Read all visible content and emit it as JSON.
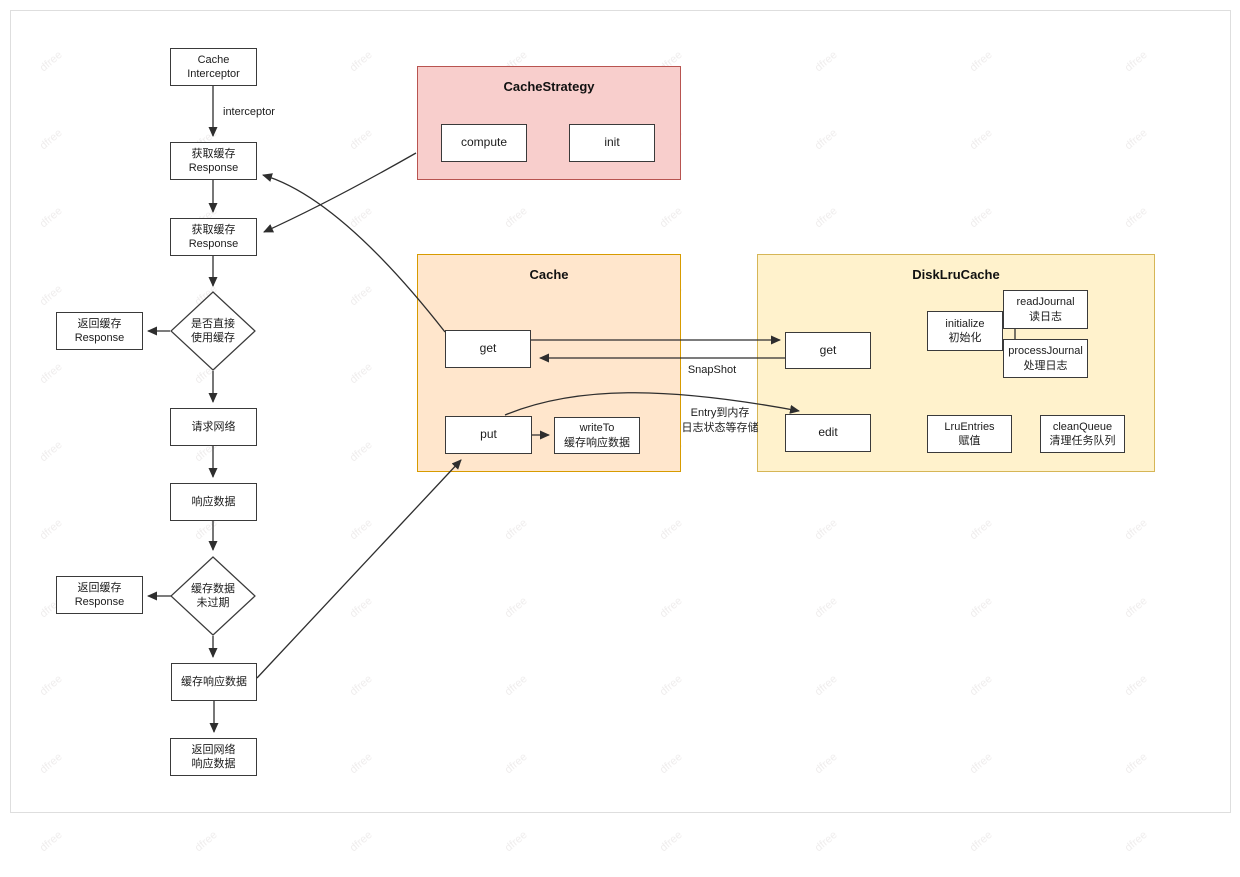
{
  "watermark": "dfree",
  "edge_labels": {
    "interceptor": "interceptor",
    "snapshot": "SnapShot",
    "entry_to_memory": "Entry到内存\n日志状态等存储"
  },
  "flow_nodes": {
    "cache_interceptor": "Cache\nInterceptor",
    "fetch_cache_response_1": "获取缓存\nResponse",
    "fetch_cache_response_2": "获取缓存\nResponse",
    "decision_direct_use": "是否直接\n使用缓存",
    "return_cache_response_1": "返回缓存\nResponse",
    "request_network": "请求网络",
    "response_data": "响应数据",
    "decision_not_expired": "缓存数据\n未过期",
    "return_cache_response_2": "返回缓存\nResponse",
    "cache_response_data": "缓存响应数据",
    "return_network_response_data": "返回网络\n响应数据"
  },
  "cache_strategy": {
    "title": "CacheStrategy",
    "fill": "#f8cecc",
    "border": "#b85450",
    "methods": {
      "compute": "compute",
      "init": "init"
    }
  },
  "cache": {
    "title": "Cache",
    "fill": "#ffe6cc",
    "border": "#d79b00",
    "methods": {
      "get": "get",
      "put": "put",
      "write_to": "writeTo\n缓存响应数据"
    }
  },
  "disk_lru_cache": {
    "title": "DiskLruCache",
    "fill": "#fff2cc",
    "border": "#d6b656",
    "methods": {
      "get": "get",
      "edit": "edit",
      "initialize": "initialize\n初始化",
      "read_journal": "readJournal\n读日志",
      "process_journal": "processJournal\n处理日志",
      "lru_entries": "LruEntries\n赋值",
      "clean_queue": "cleanQueue\n清理任务队列"
    }
  }
}
